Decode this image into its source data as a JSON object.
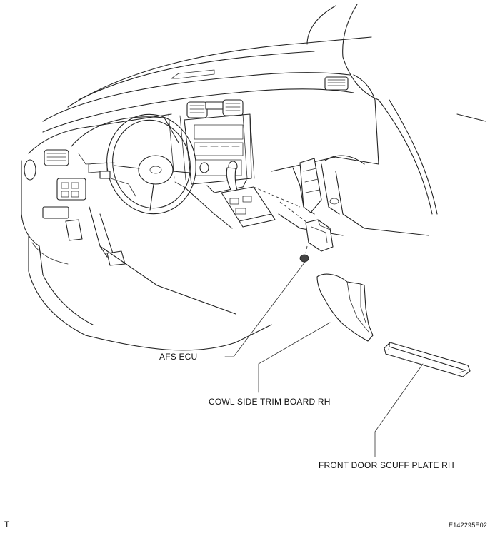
{
  "labels": {
    "afs_ecu": "AFS ECU",
    "cowl_side_trim": "COWL SIDE TRIM BOARD RH",
    "scuff_plate": "FRONT DOOR SCUFF PLATE RH",
    "corner_mark": "T",
    "figure_id": "E142295E02"
  }
}
